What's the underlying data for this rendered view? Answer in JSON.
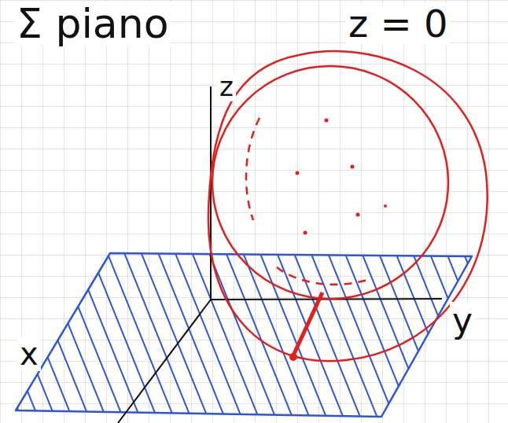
{
  "diagram": {
    "labels": [
      "Σ piano",
      "z = 0",
      "z",
      "y",
      "x"
    ]
  }
}
